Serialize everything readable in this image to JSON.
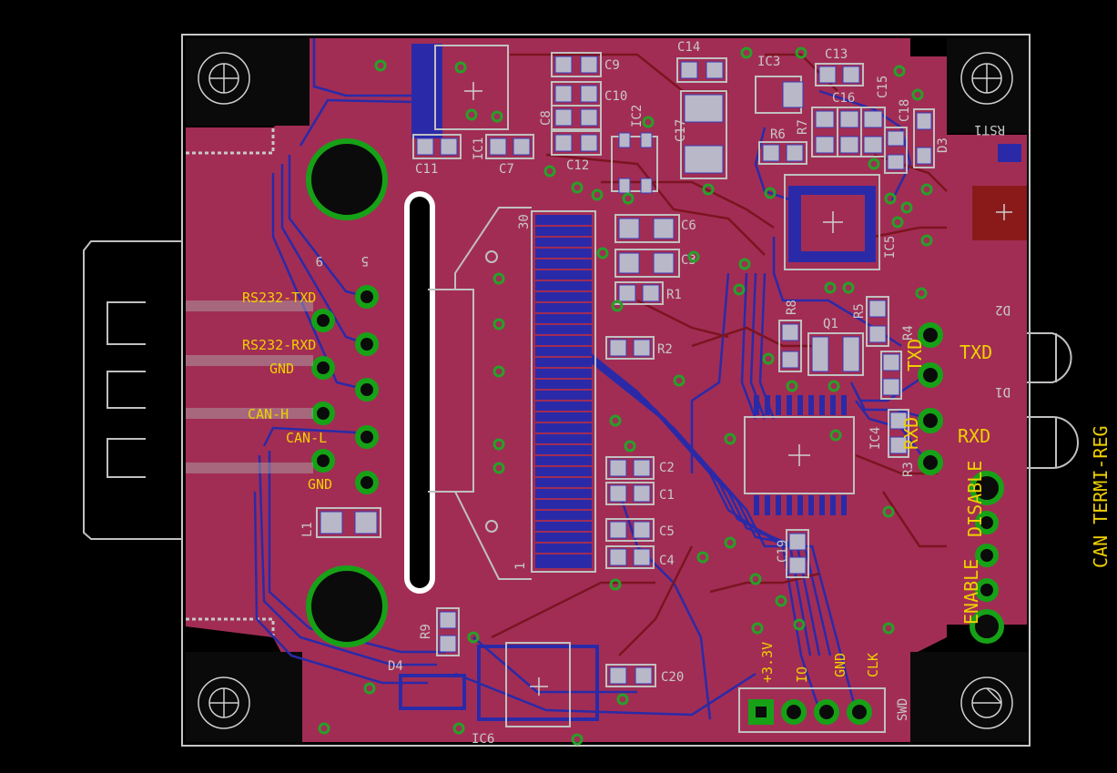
{
  "board": {
    "colors": {
      "background": "#000000",
      "copper": "#a12d55",
      "trace_top": "#8a1a1a",
      "trace_bottom": "#2a2aa8",
      "silk": "#c0c0c0",
      "label_yellow": "#f0d000",
      "via": "#28a028"
    }
  },
  "components": {
    "c14": "C14",
    "c13": "C13",
    "ic3": "IC3",
    "c9": "C9",
    "c10": "C10",
    "c8": "C8",
    "c12": "C12",
    "ic1": "IC1",
    "ic2": "IC2",
    "c17": "C17",
    "c16": "C16",
    "c15": "C15",
    "c18": "C18",
    "r7": "R7",
    "r6": "R6",
    "d3": "D3",
    "rst1": "RST1",
    "c11": "C11",
    "c7": "C7",
    "c6": "C6",
    "c3": "C3",
    "r1": "R1",
    "r2": "R2",
    "ic5": "IC5",
    "r8": "R8",
    "r5": "R5",
    "q1": "Q1",
    "r4": "R4",
    "d2": "D2",
    "d1": "D1",
    "c2": "C2",
    "c1": "C1",
    "c5": "C5",
    "c4": "C4",
    "ic4": "IC4",
    "r3": "R3",
    "c19": "C19",
    "c20": "C20",
    "l1": "L1",
    "r9": "R9",
    "d4": "D4",
    "ic6": "IC6",
    "swd": "SWD",
    "num30": "30",
    "num1": "1",
    "num9": "9",
    "num5": "5"
  },
  "connector_labels": {
    "rs232_txd": "RS232-TXD",
    "rs232_rxd": "RS232-RXD",
    "gnd1": "GND",
    "can_h": "CAN-H",
    "can_l": "CAN-L",
    "gnd2": "GND"
  },
  "led_labels": {
    "txd_big": "TXD",
    "rxd_big": "RXD",
    "txd_small": "TXD",
    "rxd_small": "RXD"
  },
  "jumper_labels": {
    "disable": "DISABLE",
    "enable": "ENABLE",
    "can_termi_reg": "CAN TERMI-REG"
  },
  "swd_labels": {
    "v33": "+3.3V",
    "io": "IO",
    "gnd": "GND",
    "clk": "CLK"
  }
}
